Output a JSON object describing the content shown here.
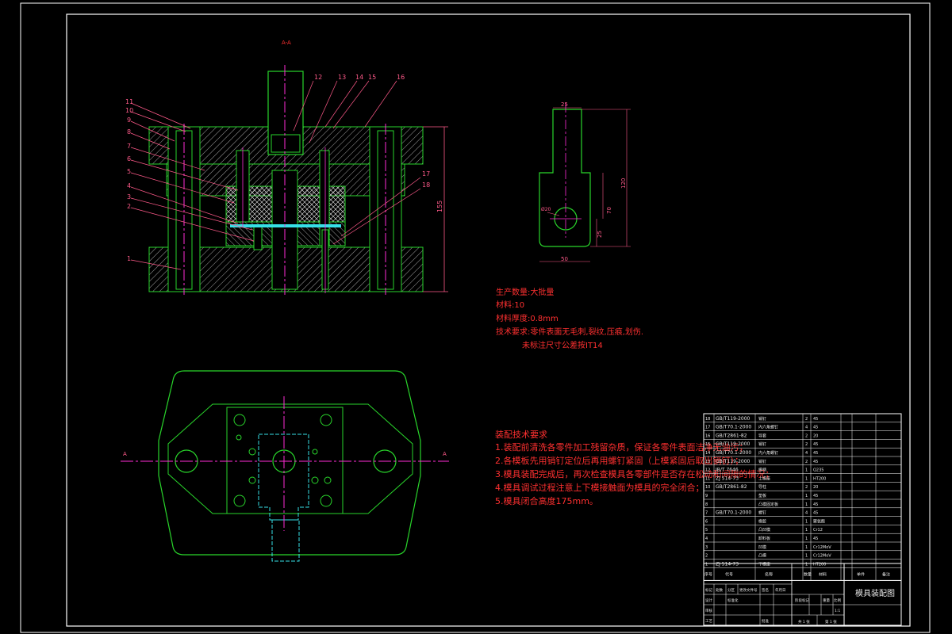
{
  "section_label": "A-A",
  "section_marks": {
    "left": "A",
    "right": "A"
  },
  "part_numbers": [
    "1",
    "2",
    "3",
    "4",
    "5",
    "6",
    "7",
    "8",
    "9",
    "10",
    "11",
    "12",
    "13",
    "14",
    "15",
    "16",
    "17",
    "18"
  ],
  "dimensions": {
    "total_height": "155",
    "part_width": "50",
    "part_height_total": "120",
    "part_height_mid": "70",
    "neck_width": "25",
    "bottom_height": "25",
    "hole": "Ø20"
  },
  "part_notes": {
    "line1": "生产数量:大批量",
    "line2": "材料:10",
    "line3": "材料厚度:0.8mm",
    "line4": "技术要求:零件表面无毛刺,裂纹,压痕,划伤.",
    "line5": "未标注尺寸公差按IT14"
  },
  "tech_requirements": {
    "title": "装配技术要求",
    "items": [
      "1.装配前清洗各零件加工残留杂质，保证各零件表面洁净无油污；",
      "2.各模板先用销钉定位后再用螺钉紧固（上模紧固后取出销钉）；",
      "3.模具装配完成后，再次检查模具各零部件是否存在松动和间隙的情况；",
      "4.模具调试过程注意上下模接触面为模具的完全闭合；",
      "5.模具闭合高度175mm。"
    ]
  },
  "bom": [
    {
      "no": "18",
      "std": "GB/T119-2000",
      "name": "销钉",
      "qty": "2",
      "mat": "45"
    },
    {
      "no": "17",
      "std": "GB/T70.1-2000",
      "name": "内六角螺钉",
      "qty": "4",
      "mat": "45"
    },
    {
      "no": "16",
      "std": "GB/T2861-82",
      "name": "导套",
      "qty": "2",
      "mat": "20"
    },
    {
      "no": "15",
      "std": "GB/T119-2000",
      "name": "销钉",
      "qty": "2",
      "mat": "45"
    },
    {
      "no": "14",
      "std": "GB/T70.1-2000",
      "name": "内六角螺钉",
      "qty": "4",
      "mat": "45"
    },
    {
      "no": "13",
      "std": "GB/T119-2000",
      "name": "销钉",
      "qty": "2",
      "mat": "45"
    },
    {
      "no": "12",
      "std": "JB/T 7646",
      "name": "模柄",
      "qty": "1",
      "mat": "Q235"
    },
    {
      "no": "11",
      "std": "ZJ 514-73",
      "name": "上模座",
      "qty": "1",
      "mat": "HT200"
    },
    {
      "no": "10",
      "std": "GB/T2861-82",
      "name": "导柱",
      "qty": "2",
      "mat": "20"
    },
    {
      "no": "9",
      "std": "",
      "name": "垫板",
      "qty": "1",
      "mat": "45"
    },
    {
      "no": "8",
      "std": "",
      "name": "凸模固定板",
      "qty": "1",
      "mat": "45"
    },
    {
      "no": "7",
      "std": "GB/T70.1-2000",
      "name": "螺钉",
      "qty": "4",
      "mat": "45"
    },
    {
      "no": "6",
      "std": "",
      "name": "橡胶",
      "qty": "1",
      "mat": "聚氨酯"
    },
    {
      "no": "5",
      "std": "",
      "name": "凸凹模",
      "qty": "1",
      "mat": "Cr12"
    },
    {
      "no": "4",
      "std": "",
      "name": "卸料板",
      "qty": "1",
      "mat": "45"
    },
    {
      "no": "3",
      "std": "",
      "name": "凹模",
      "qty": "1",
      "mat": "Cr12MoV"
    },
    {
      "no": "2",
      "std": "",
      "name": "凸模",
      "qty": "1",
      "mat": "Cr12MoV"
    },
    {
      "no": "1",
      "std": "ZJ 514-73",
      "name": "下模座",
      "qty": "1",
      "mat": "HT200"
    }
  ],
  "bom_header": {
    "no": "序号",
    "std": "代号",
    "name": "名称",
    "qty": "数量",
    "mat": "材料",
    "weight": "单件",
    "remark": "备注"
  },
  "title_block": {
    "drawing_name": "模具装配图",
    "labels": [
      "标记",
      "处数",
      "分区",
      "更改文件号",
      "签名",
      "年月日",
      "设计",
      "标准化",
      "审核",
      "工艺",
      "批准",
      "阶段标记",
      "重量",
      "比例"
    ],
    "scale": "1:1",
    "sheet_total": "共 1 张",
    "sheet_no": "第 1 张"
  },
  "colors": {
    "frame": "#ffffff",
    "outline": "#29d52b",
    "centerline": "#ff2bd6",
    "dimension": "#ff5a8a",
    "text_red": "#ff3030",
    "hatch": "#e8e8e8",
    "cyan": "#36e0e6"
  }
}
